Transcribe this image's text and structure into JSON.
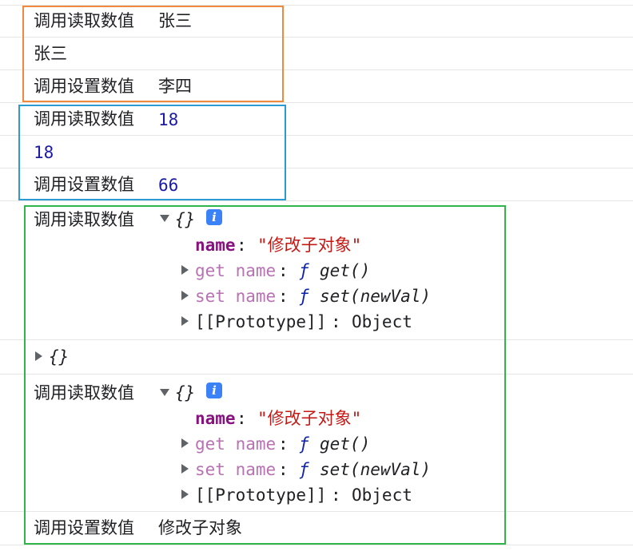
{
  "logs": {
    "get_label": "调用读取数值",
    "set_label": "调用设置数值",
    "name1_get_value": "张三",
    "name1_plain": "张三",
    "name1_set_value": "李四",
    "age_get_value": "18",
    "age_plain": "18",
    "age_set_value": "66",
    "obj_brace": "{}",
    "obj_key": "name",
    "obj_colon": ": ",
    "obj_value": "\"修改子对象\"",
    "getter_label": "get name",
    "getter_sep": ": ",
    "f_symbol": "ƒ",
    "getter_sig": "get()",
    "setter_label": "set name",
    "setter_sig": "set(newVal)",
    "proto_label": "[[Prototype]]",
    "proto_value": "Object",
    "collapsed_brace": "{}",
    "final_set_value": "修改子对象"
  },
  "colors": {
    "box_orange": "#f0883e",
    "box_blue": "#2b9bd3",
    "box_green": "#2fb54a"
  }
}
